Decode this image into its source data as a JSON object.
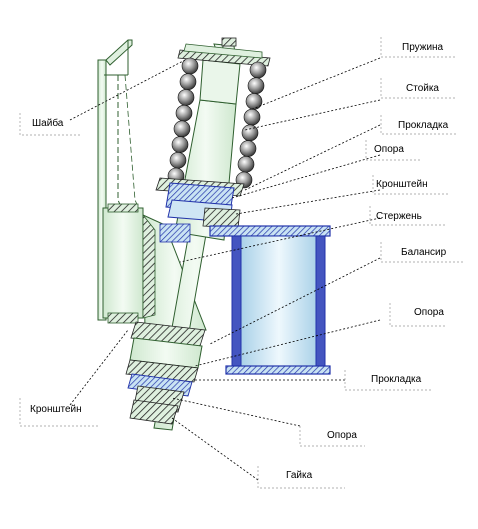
{
  "labels": {
    "spring": "Пружина",
    "post": "Стойка",
    "gasket_top": "Прокладка",
    "support_top": "Опора",
    "bracket_top": "Кронштейн",
    "rod": "Стержень",
    "balancer": "Балансир",
    "support_mid": "Опора",
    "gasket_bottom": "Прокладка",
    "support_bottom": "Опора",
    "nut": "Гайка",
    "washer": "Шайба",
    "bracket_left": "Кронштейн"
  },
  "colors": {
    "green_fill": "#dff0df",
    "green_stroke": "#2f5f2f",
    "blue_stroke": "#2233aa",
    "blue_fill_light": "#e6f4fb",
    "blue_fill_dark": "#b9dcef",
    "dark_hatch": "#222222"
  }
}
